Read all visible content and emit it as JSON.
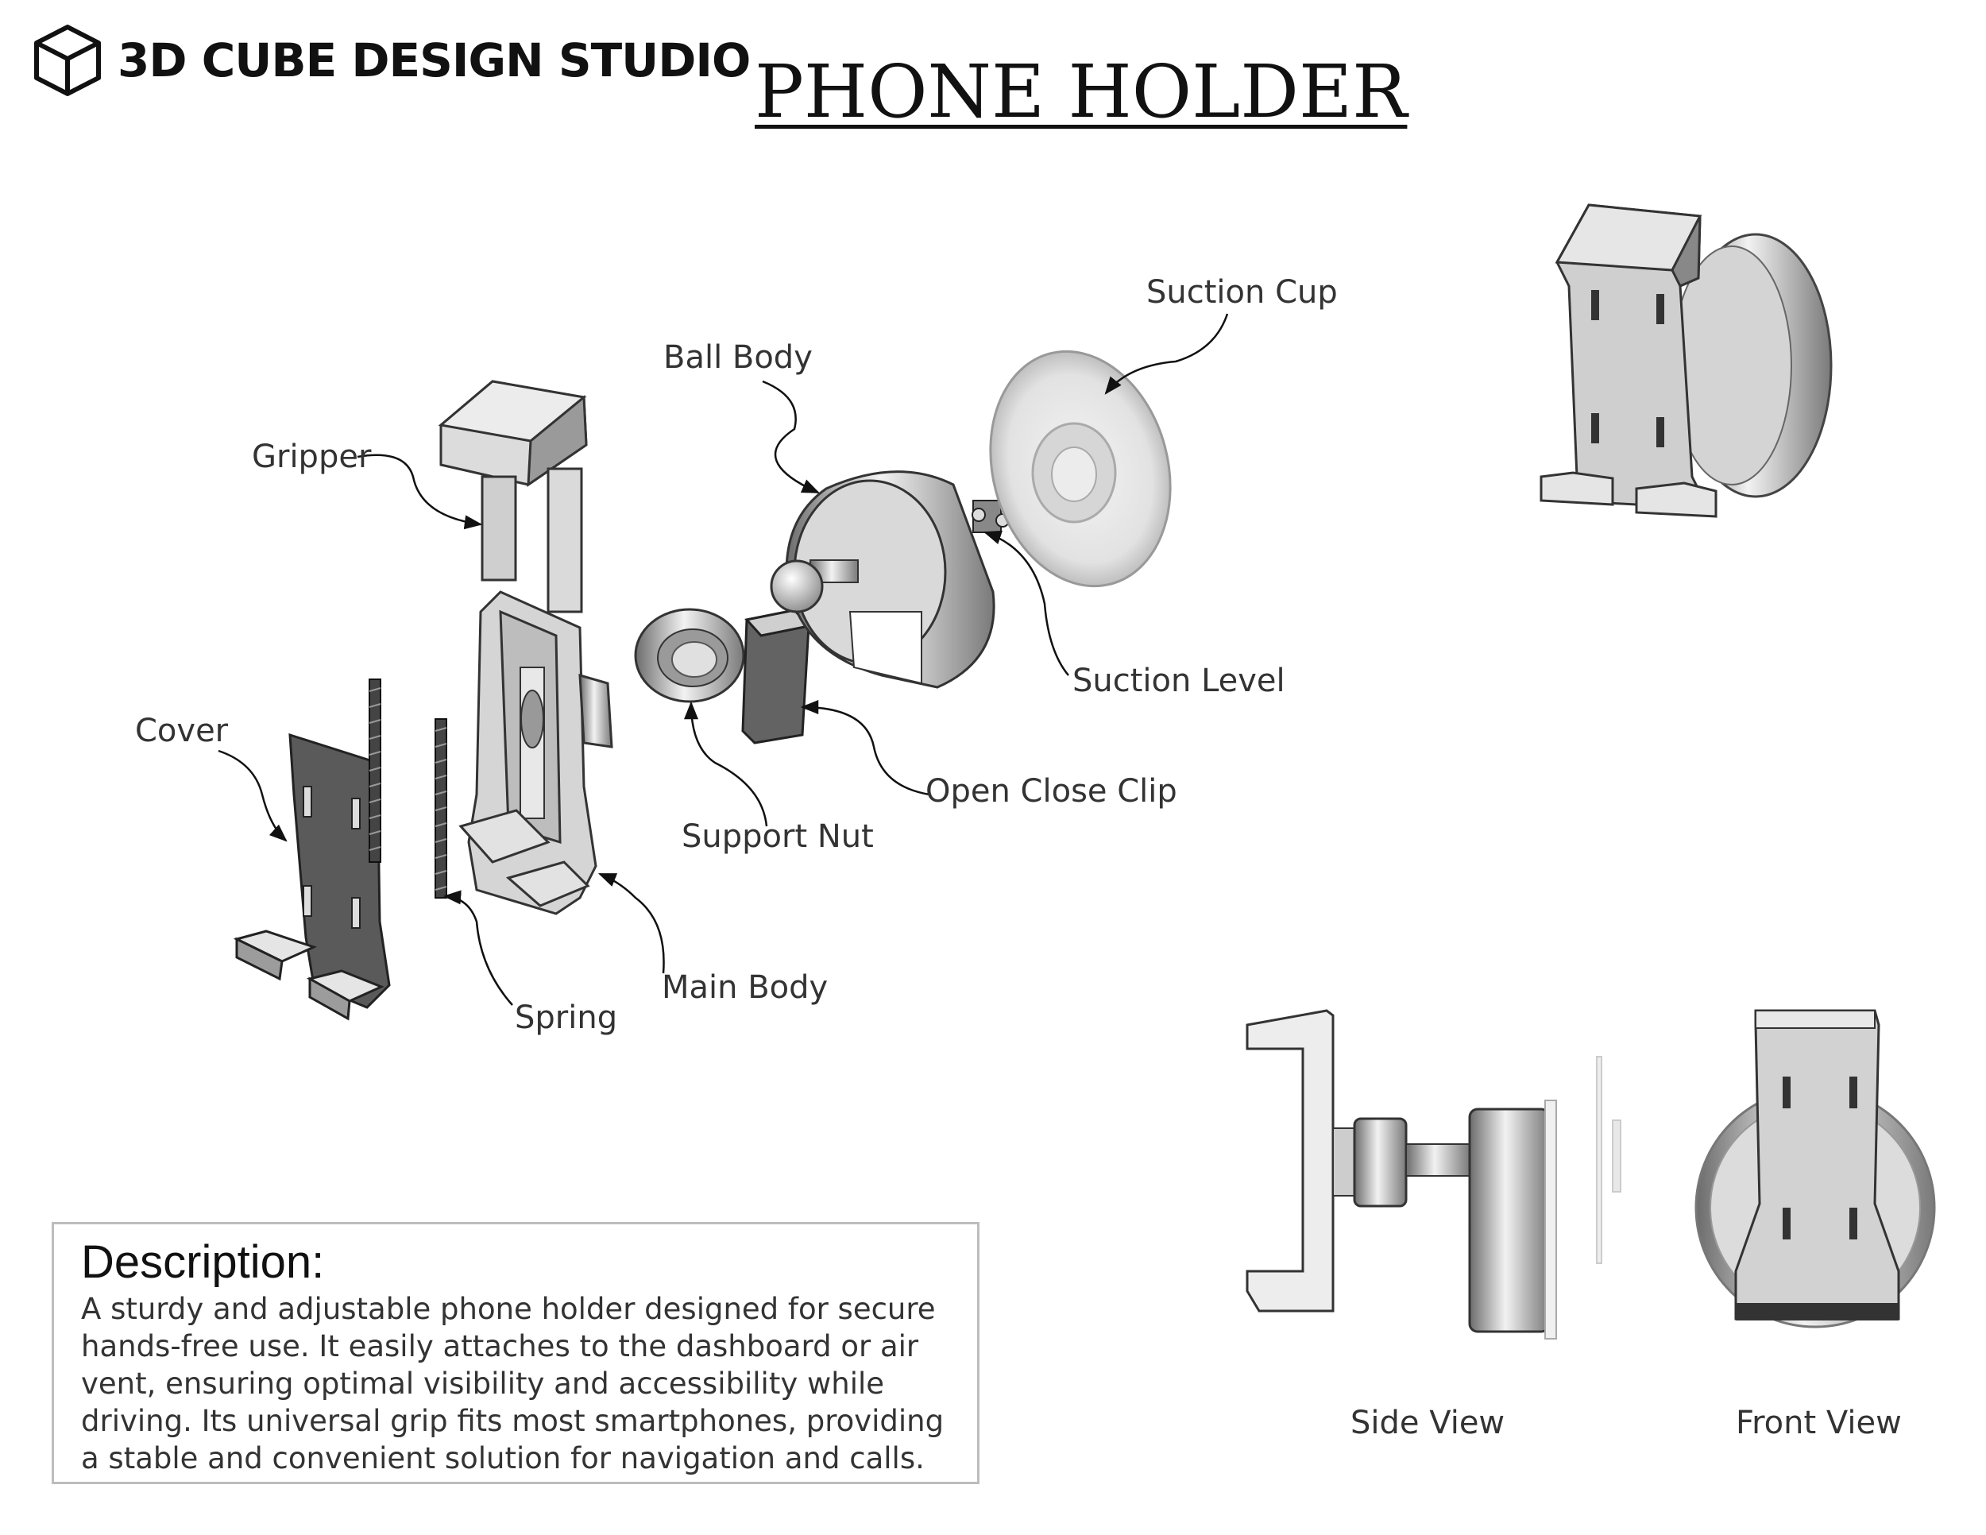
{
  "header": {
    "brand": "3D CUBE DESIGN STUDIO",
    "title": "PHONE HOLDER"
  },
  "parts": {
    "gripper": "Gripper",
    "cover": "Cover",
    "spring": "Spring",
    "main_body": "Main Body",
    "support_nut": "Support Nut",
    "open_close_clip": "Open Close Clip",
    "ball_body": "Ball Body",
    "suction_cup": "Suction Cup",
    "suction_level": "Suction Level"
  },
  "views": {
    "side": "Side View",
    "front": "Front View"
  },
  "description": {
    "heading": "Description:",
    "body": "A sturdy and adjustable phone holder designed for secure hands-free use. It easily attaches to the dashboard or air vent, ensuring optimal visibility and accessibility while driving. Its universal grip fits most smartphones, providing a stable and convenient solution for navigation and calls."
  },
  "icons": {
    "logo": "cube-logo-icon"
  }
}
